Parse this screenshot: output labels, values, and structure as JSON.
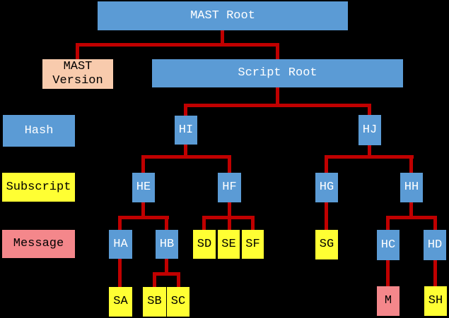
{
  "colors": {
    "background": "#000000",
    "hash_blue": "#5B9BD5",
    "version_peach": "#F8CBAD",
    "subscript_yellow": "#FFFF33",
    "message_salmon": "#F4878B",
    "connector_red": "#C00000",
    "text_light": "#FFFFFF",
    "text_dark": "#000000"
  },
  "legend": {
    "hash": "Hash",
    "subscript": "Subscript",
    "message": "Message"
  },
  "nodes": {
    "mast_root": "MAST Root",
    "mast_version": "MAST\nVersion",
    "script_root": "Script Root",
    "hi": "HI",
    "hj": "HJ",
    "he": "HE",
    "hf": "HF",
    "hg": "HG",
    "hh": "HH",
    "ha": "HA",
    "hb": "HB",
    "hc": "HC",
    "hd": "HD",
    "sa": "SA",
    "sb": "SB",
    "sc": "SC",
    "sd": "SD",
    "se": "SE",
    "sf": "SF",
    "sg": "SG",
    "sh": "SH",
    "m": "M"
  },
  "node_types": {
    "hash_nodes": [
      "HI",
      "HJ",
      "HE",
      "HF",
      "HG",
      "HH",
      "HA",
      "HB",
      "HC",
      "HD"
    ],
    "subscript_nodes": [
      "SA",
      "SB",
      "SC",
      "SD",
      "SE",
      "SF",
      "SG",
      "SH"
    ],
    "message_nodes": [
      "M"
    ],
    "version_nodes": [
      "MAST Version"
    ]
  },
  "tree": {
    "MAST Root": [
      "MAST Version",
      "Script Root"
    ],
    "Script Root": [
      "HI",
      "HJ"
    ],
    "HI": [
      "HE",
      "HF"
    ],
    "HJ": [
      "HG",
      "HH"
    ],
    "HE": [
      "HA",
      "HB"
    ],
    "HF": [
      "SD",
      "SE",
      "SF"
    ],
    "HG": [
      "SG"
    ],
    "HH": [
      "HC",
      "HD"
    ],
    "HA": [
      "SA"
    ],
    "HB": [
      "SB",
      "SC"
    ],
    "HC": [
      "M"
    ],
    "HD": [
      "SH"
    ]
  }
}
